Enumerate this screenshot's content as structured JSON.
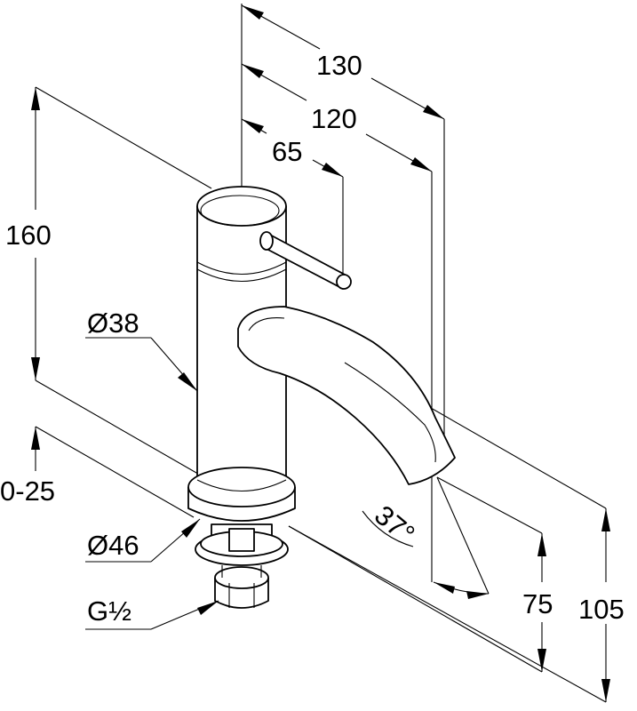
{
  "dimensions": {
    "width_130": "130",
    "width_120": "120",
    "width_65": "65",
    "height_160": "160",
    "diameter_38": "Ø38",
    "adjust_0_25": "0-25",
    "diameter_46": "Ø46",
    "thread_g": "G½",
    "angle_37": "37°",
    "height_75": "75",
    "height_105": "105"
  }
}
